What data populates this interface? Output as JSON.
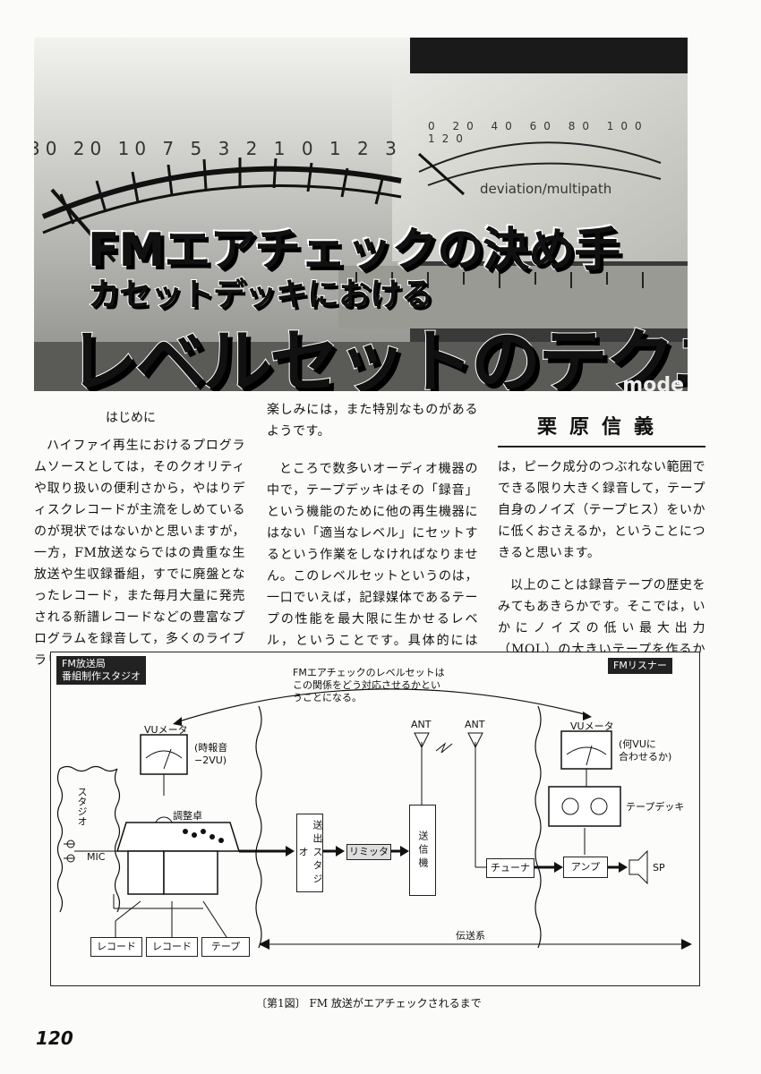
{
  "header": {
    "dial_left_numbers": "30 20 10 7 5 3 2 1 0 1 2 3",
    "dial_right_numbers": "0 20 40 60 80 100 120",
    "dial_right_caption": "deviation/multipath",
    "mode_label": "mode",
    "title_line1": "FMエアチェックの決め手",
    "title_line2": "カセットデッキにおける",
    "title_line3": "レベルセットのテクニック"
  },
  "article": {
    "intro_heading": "はじめに",
    "author": "栗原信義",
    "col1_text": "ハイファイ再生におけるプログラムソースとしては，そのクオリティや取り扱いの便利さから，やはりディスクレコードが主流をしめているのが現状ではないかと思いますが，一方，FM放送ならではの貴重な生放送や生収録番組，すでに廃盤となったレコード，また毎月大量に発売される新譜レコードなどの豊富なプログラムを録音して，多くのライブラリーを持つという",
    "col2_text1": "楽しみには，また特別なものがあるようです。",
    "col2_text2": "ところで数多いオーディオ機器の中で，テープデッキはその「録音」という機能のために他の再生機器にはない「適当なレベル」にセットするという作業をしなければなりません。このレベルセットというのは，一口でいえば，記録媒体であるテープの性能を最大限に生かせるレベル，ということです。具体的には FM エアチェックなどで",
    "col3_text1": "は，ピーク成分のつぶれない範囲でできる限り大きく録音して，テープ自身のノイズ（テープヒス）をいかに低くおさえるか，ということにつきると思います。",
    "col3_text2": "以上のことは録音テープの歴史をみてもあきらかです。そこでは，いかにノイズの低い最大出力（MOL）の大きいテープを作るかが開発の目標となり"
  },
  "figure": {
    "tag_left": "FM放送局\n番組制作スタジオ",
    "tag_right": "FMリスナー",
    "top_note": "FMエアチェックのレベルセットは\nこの関係をどう対応させるかとい\nうことになる。",
    "vu_left_label": "VUメータ",
    "vu_left_note": "(時報音\n−2VU)",
    "vu_right_label": "VUメータ",
    "vu_right_note": "(何VUに\n合わせるか)",
    "studio_label": "スタジオ",
    "mic_label": "MIC",
    "console_label": "調整卓",
    "send_studio": "送出スタジオ",
    "limiter": "リミッタ",
    "transmitter": "送信機",
    "ant_left": "ANT",
    "ant_right": "ANT",
    "tuner": "チューナ",
    "amp": "アンプ",
    "sp": "SP",
    "tape_deck": "テープデッキ",
    "record1": "レコード",
    "record2": "レコード",
    "tape": "テープ",
    "transmission": "伝送系"
  },
  "caption": "〔第1図〕 FM 放送がエアチェックされるまで",
  "page_number": "120"
}
